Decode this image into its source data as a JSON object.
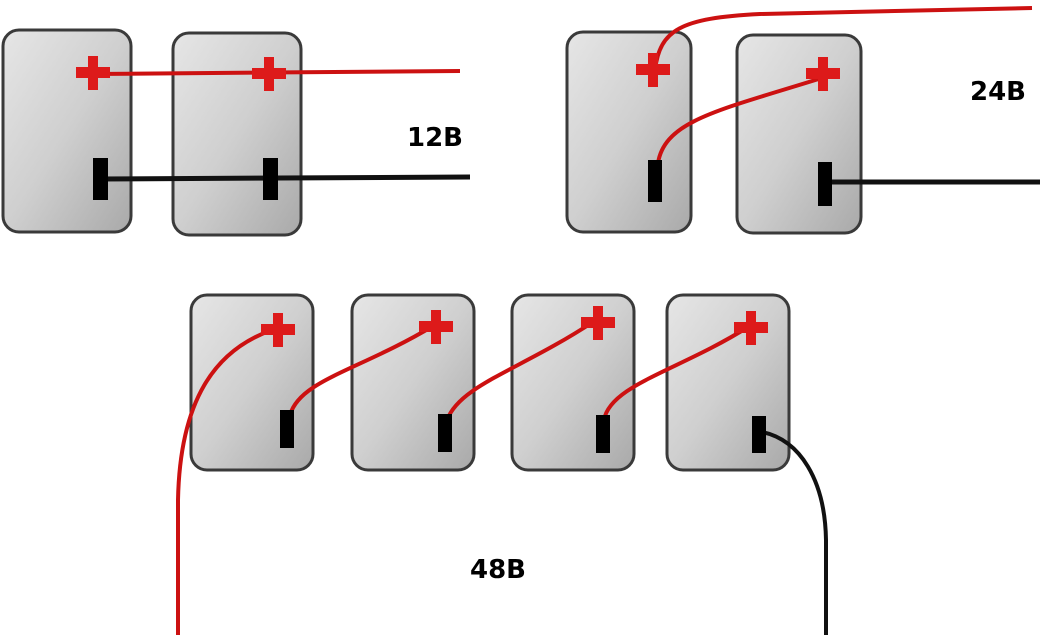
{
  "labels": {
    "series_12": "12В",
    "series_24": "24В",
    "series_48": "48В"
  },
  "colors": {
    "positive_wire": "#cc1111",
    "negative_wire": "#111111",
    "battery_body": "#c9c9c9",
    "battery_border": "#3a3a3a",
    "plus_terminal": "#dd1a1a",
    "minus_terminal": "#000000"
  },
  "icons": {
    "battery": "battery-icon",
    "plus": "plus-terminal-icon",
    "minus": "minus-terminal-icon"
  }
}
